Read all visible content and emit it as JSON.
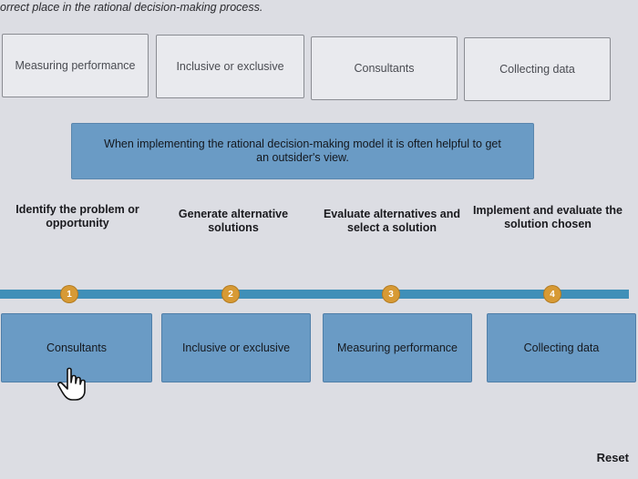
{
  "instruction": "orrect place in the rational decision-making process.",
  "answer_bank": [
    "Measuring performance",
    "Inclusive or exclusive",
    "Consultants",
    "Collecting data"
  ],
  "hint_text": "When implementing the rational decision-making model it is often helpful to get an outsider's view.",
  "steps": [
    {
      "title": "Identify the problem or opportunity",
      "number": "1",
      "placed": "Consultants"
    },
    {
      "title": "Generate alternative solutions",
      "number": "2",
      "placed": "Inclusive or exclusive"
    },
    {
      "title": "Evaluate alternatives and select a solution",
      "number": "3",
      "placed": "Measuring performance"
    },
    {
      "title": "Implement and evaluate the solution chosen",
      "number": "4",
      "placed": "Collecting data"
    }
  ],
  "reset_label": "Reset",
  "colors": {
    "track": "#3f8fb8",
    "marker": "#d79a35",
    "slot": "#6a9bc5"
  }
}
